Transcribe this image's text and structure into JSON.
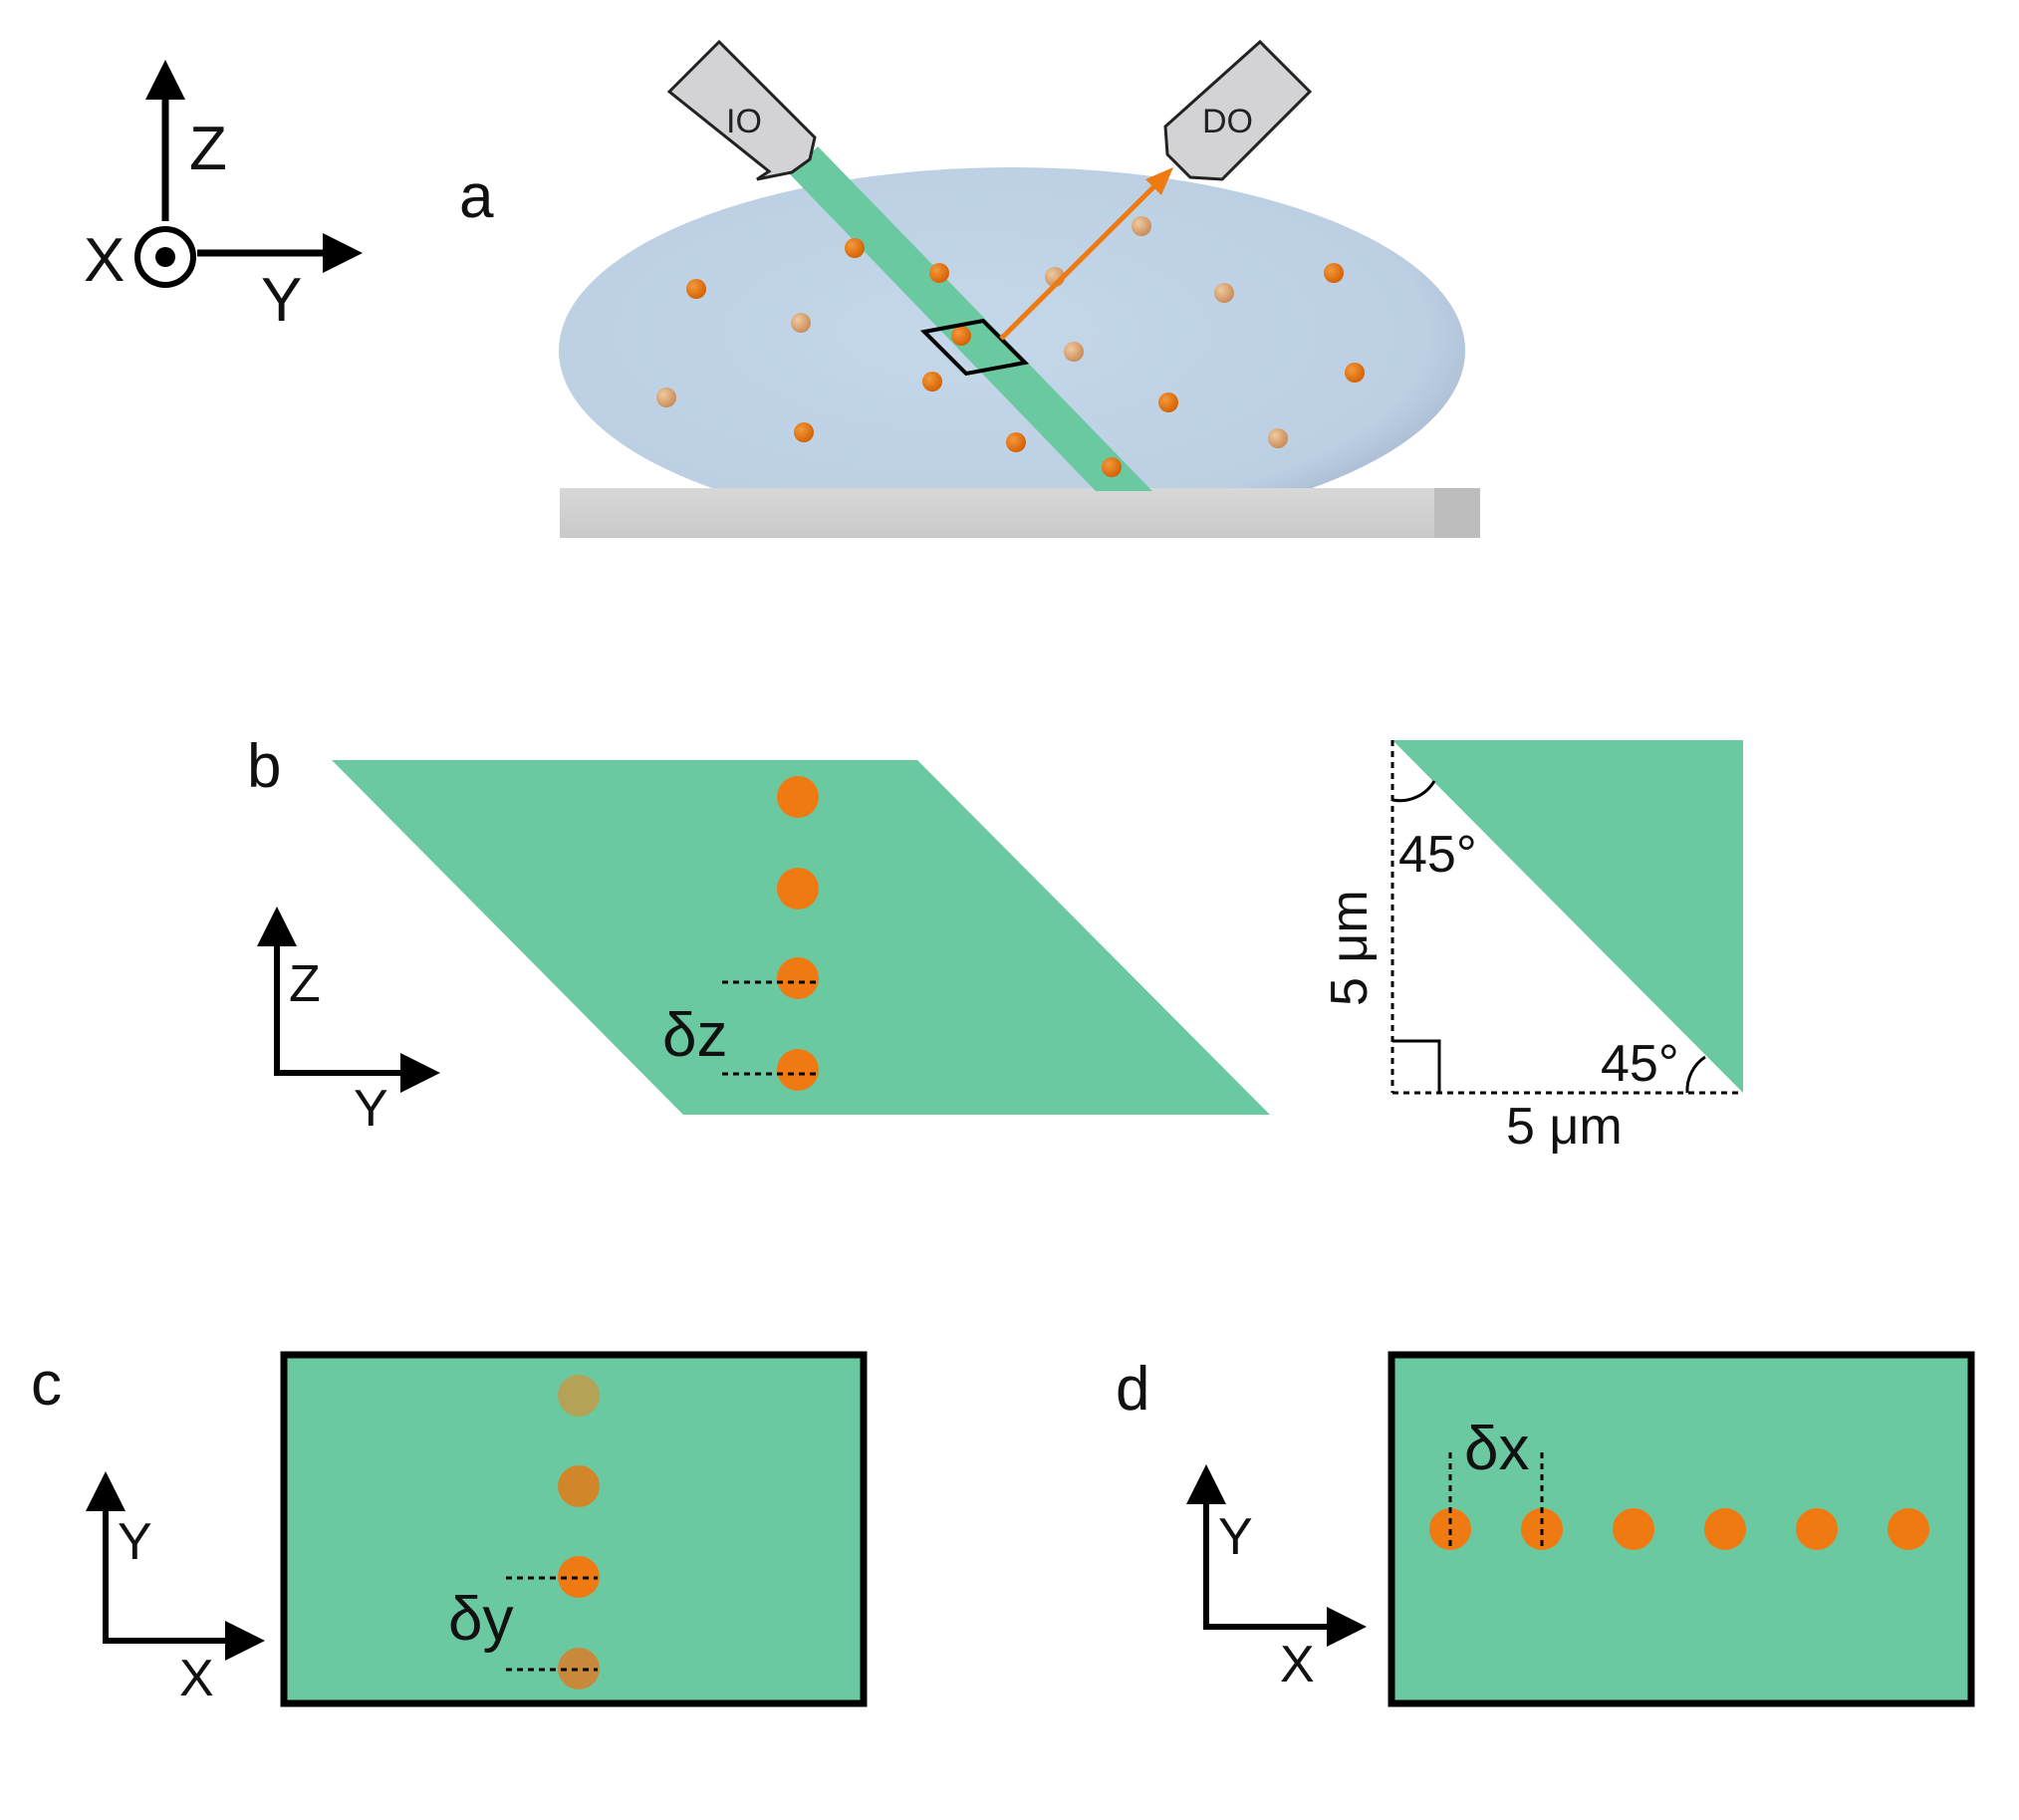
{
  "colors": {
    "beam": "#6bc9a1",
    "droplet": "#c2d5e8",
    "substrate": "#cfcfcf",
    "particle": "#f07a12",
    "objective": "#d3d3d6",
    "arrow": "#000000"
  },
  "axes_top": {
    "x": "X",
    "y": "Y",
    "z": "Z"
  },
  "panel_a": {
    "label": "a",
    "illumination_objective": "IO",
    "detection_objective": "DO"
  },
  "panel_b": {
    "label": "b",
    "axis_y": "Y",
    "axis_z": "Z",
    "spacing": "δz",
    "angle_top": "45°",
    "angle_bottom": "45°",
    "height": "5 μm",
    "width": "5 μm"
  },
  "panel_c": {
    "label": "c",
    "axis_x": "X",
    "axis_y": "Y",
    "spacing": "δy"
  },
  "panel_d": {
    "label": "d",
    "axis_x": "X",
    "axis_y": "Y",
    "spacing": "δx"
  }
}
